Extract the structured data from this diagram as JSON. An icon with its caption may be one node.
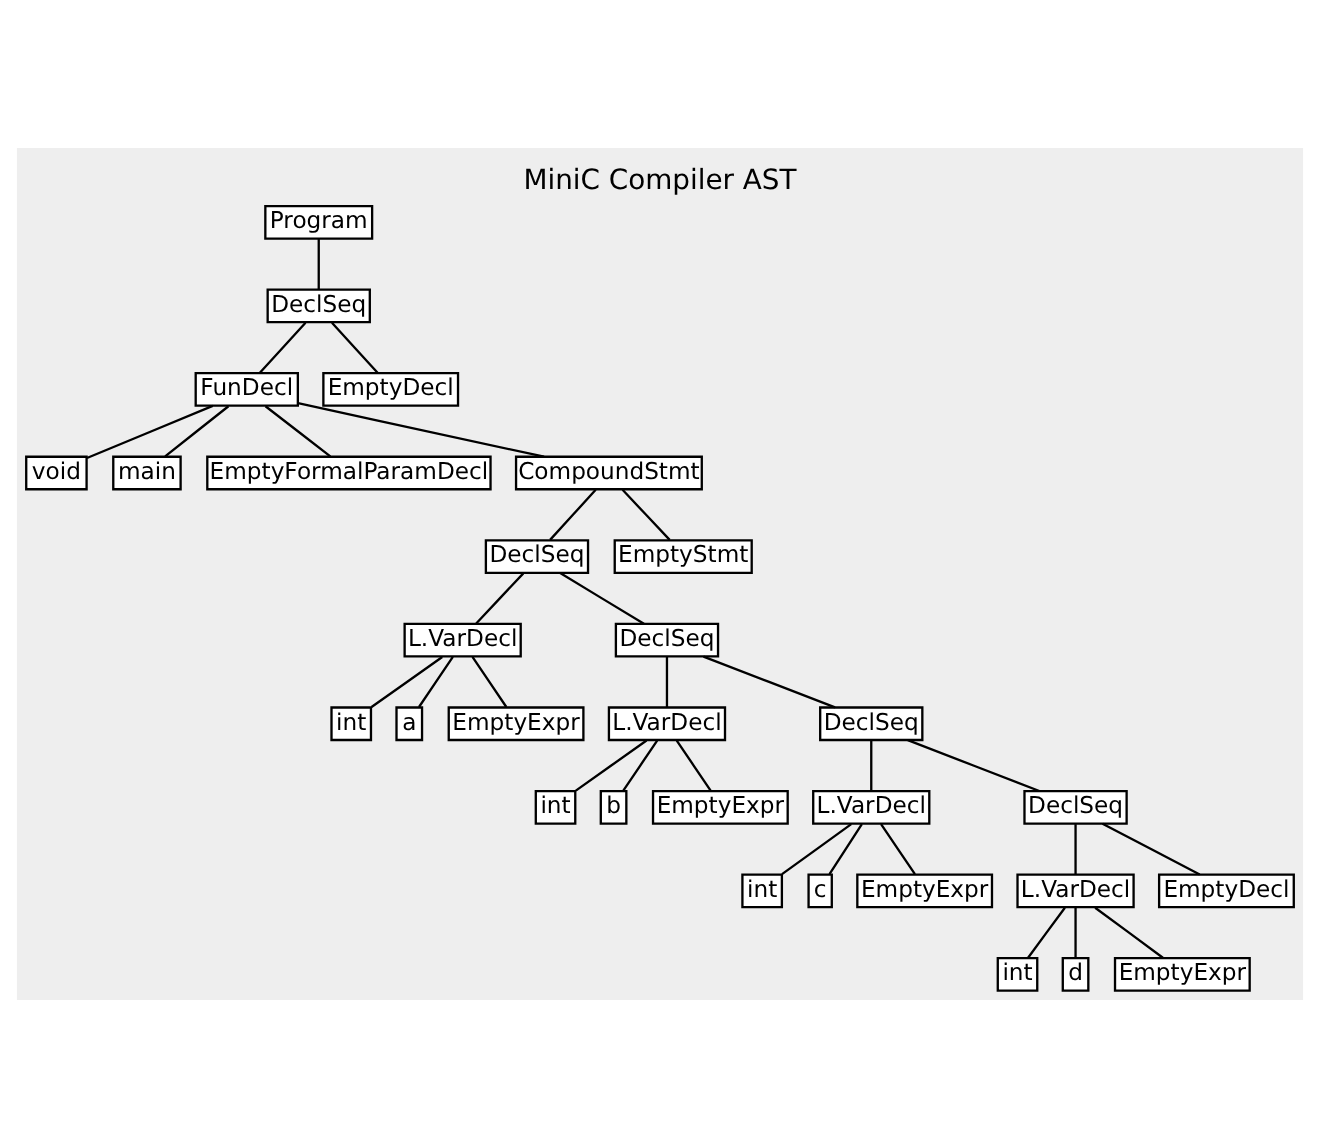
{
  "diagram": {
    "title": "MiniC Compiler AST",
    "nodes": [
      {
        "text": [
          "Program"
        ]
      },
      {
        "text": [
          "DeclSeq"
        ]
      },
      {
        "text": [
          "FunDecl"
        ]
      },
      {
        "text": [
          "EmptyDecl"
        ]
      },
      {
        "text": [
          "void"
        ]
      },
      {
        "text": [
          "main"
        ]
      },
      {
        "text": [
          "EmptyFormalParamDecl"
        ]
      },
      {
        "text": [
          "CompoundStmt"
        ]
      },
      {
        "text": [
          "DeclSeq"
        ]
      },
      {
        "text": [
          "EmptyStmt"
        ]
      },
      {
        "text": [
          "L.VarDecl"
        ]
      },
      {
        "text": [
          "DeclSeq"
        ]
      },
      {
        "text": [
          "int"
        ]
      },
      {
        "text": [
          "a"
        ]
      },
      {
        "text": [
          "EmptyExpr"
        ]
      },
      {
        "text": [
          "L.VarDecl"
        ]
      },
      {
        "text": [
          "DeclSeq"
        ]
      },
      {
        "text": [
          "int"
        ]
      },
      {
        "text": [
          "b"
        ]
      },
      {
        "text": [
          "EmptyExpr"
        ]
      },
      {
        "text": [
          "L.VarDecl"
        ]
      },
      {
        "text": [
          "DeclSeq"
        ]
      },
      {
        "text": [
          "int"
        ]
      },
      {
        "text": [
          "c"
        ]
      },
      {
        "text": [
          "EmptyExpr"
        ]
      },
      {
        "text": [
          "L.VarDecl"
        ]
      },
      {
        "text": [
          "EmptyDecl"
        ]
      },
      {
        "text": [
          "int"
        ]
      },
      {
        "text": [
          "d"
        ]
      },
      {
        "text": [
          "EmptyExpr"
        ]
      }
    ],
    "edges": [
      {
        "from": 0,
        "to": 1,
        "arrow": "none"
      },
      {
        "from": 1,
        "to": 2,
        "arrow": "none"
      },
      {
        "from": 1,
        "to": 3,
        "arrow": "none"
      },
      {
        "from": 2,
        "to": 4,
        "arrow": "none"
      },
      {
        "from": 2,
        "to": 5,
        "arrow": "none"
      },
      {
        "from": 2,
        "to": 6,
        "arrow": "none"
      },
      {
        "from": 2,
        "to": 7,
        "arrow": "none"
      },
      {
        "from": 7,
        "to": 8,
        "arrow": "none"
      },
      {
        "from": 7,
        "to": 9,
        "arrow": "none"
      },
      {
        "from": 8,
        "to": 10,
        "arrow": "none"
      },
      {
        "from": 8,
        "to": 11,
        "arrow": "none"
      },
      {
        "from": 10,
        "to": 12,
        "arrow": "none"
      },
      {
        "from": 10,
        "to": 13,
        "arrow": "none"
      },
      {
        "from": 10,
        "to": 14,
        "arrow": "none"
      },
      {
        "from": 11,
        "to": 15,
        "arrow": "none"
      },
      {
        "from": 11,
        "to": 16,
        "arrow": "none"
      },
      {
        "from": 15,
        "to": 17,
        "arrow": "none"
      },
      {
        "from": 15,
        "to": 18,
        "arrow": "none"
      },
      {
        "from": 15,
        "to": 19,
        "arrow": "none"
      },
      {
        "from": 16,
        "to": 20,
        "arrow": "none"
      },
      {
        "from": 16,
        "to": 21,
        "arrow": "none"
      },
      {
        "from": 20,
        "to": 22,
        "arrow": "none"
      },
      {
        "from": 20,
        "to": 23,
        "arrow": "none"
      },
      {
        "from": 20,
        "to": 24,
        "arrow": "none"
      },
      {
        "from": 21,
        "to": 25,
        "arrow": "none"
      },
      {
        "from": 21,
        "to": 26,
        "arrow": "none"
      },
      {
        "from": 25,
        "to": 27,
        "arrow": "none"
      },
      {
        "from": 25,
        "to": 28,
        "arrow": "none"
      },
      {
        "from": 25,
        "to": 29,
        "arrow": "none"
      }
    ]
  }
}
